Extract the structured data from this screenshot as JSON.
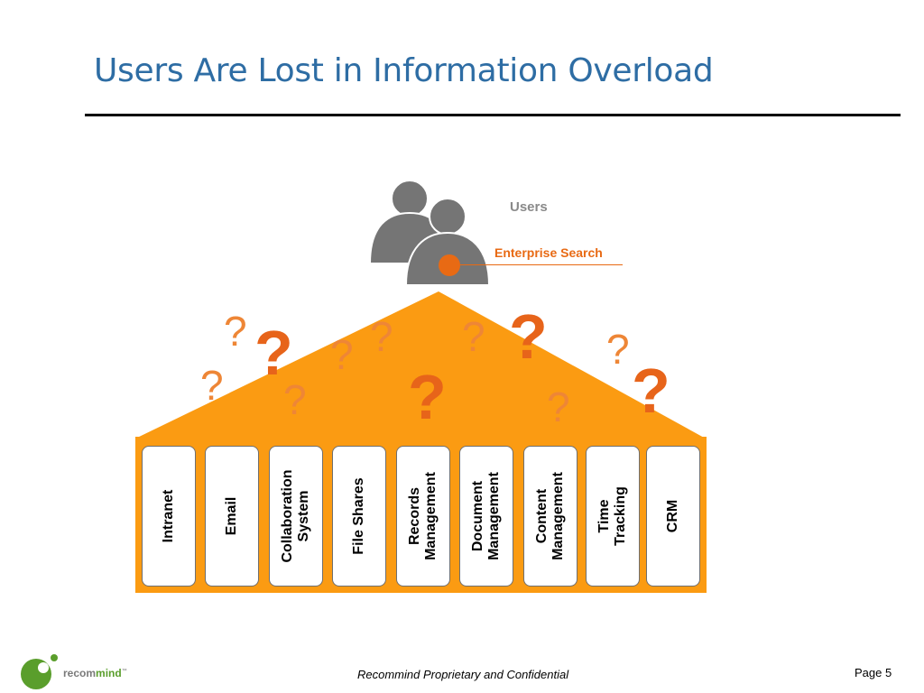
{
  "slide": {
    "title": "Users Are Lost in Information Overload"
  },
  "diagram": {
    "users_label": "Users",
    "callout": "Enterprise Search",
    "systems": [
      {
        "label": "Intranet"
      },
      {
        "label": "Email"
      },
      {
        "label": "Collaboration\nSystem"
      },
      {
        "label": "File Shares"
      },
      {
        "label": "Records\nManagement"
      },
      {
        "label": "Document\nManagement"
      },
      {
        "label": "Content\nManagement"
      },
      {
        "label": "Time\nTracking"
      },
      {
        "label": "CRM"
      }
    ],
    "question_mark": "?",
    "colors": {
      "house_fill": "#fb9b12",
      "accent": "#e86a14",
      "user_icon": "#757575",
      "title": "#2e6da4"
    }
  },
  "footer": {
    "confidential": "Recommind Proprietary and Confidential",
    "page": "Page 5",
    "logo_prefix": "recom",
    "logo_accent": "mind",
    "logo_tm": "™"
  }
}
